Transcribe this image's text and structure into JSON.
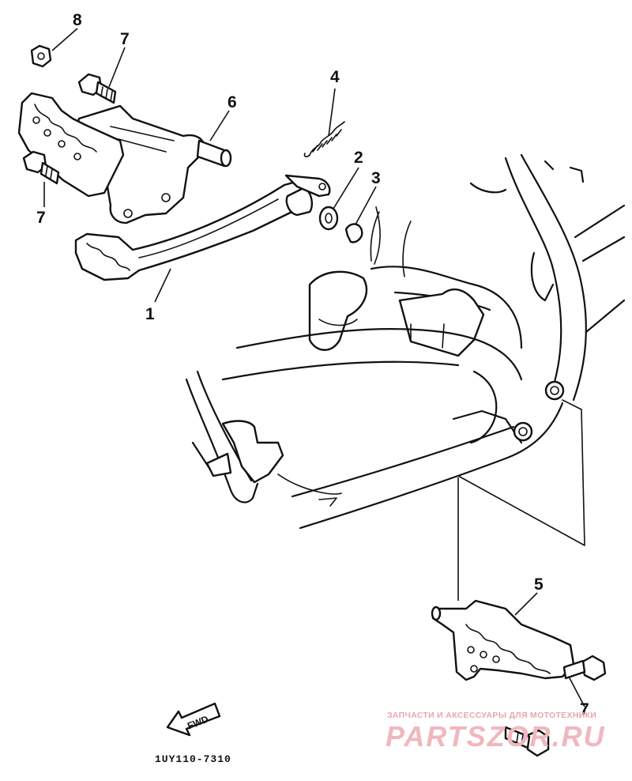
{
  "callouts": [
    {
      "label": "8"
    },
    {
      "label": "7"
    },
    {
      "label": "6"
    },
    {
      "label": "4"
    },
    {
      "label": "2"
    },
    {
      "label": "3"
    },
    {
      "label": "7"
    },
    {
      "label": "1"
    },
    {
      "label": "5"
    },
    {
      "label": "7"
    }
  ],
  "direction_arrow": "FWD",
  "drawing_code": "1UY110-7310",
  "watermark": {
    "tagline": "ЗАПЧАСТИ И АКСЕССУАРЫ ДЛЯ МОТОТЕХНИКИ",
    "brand": "PARTSZOR.RU"
  }
}
